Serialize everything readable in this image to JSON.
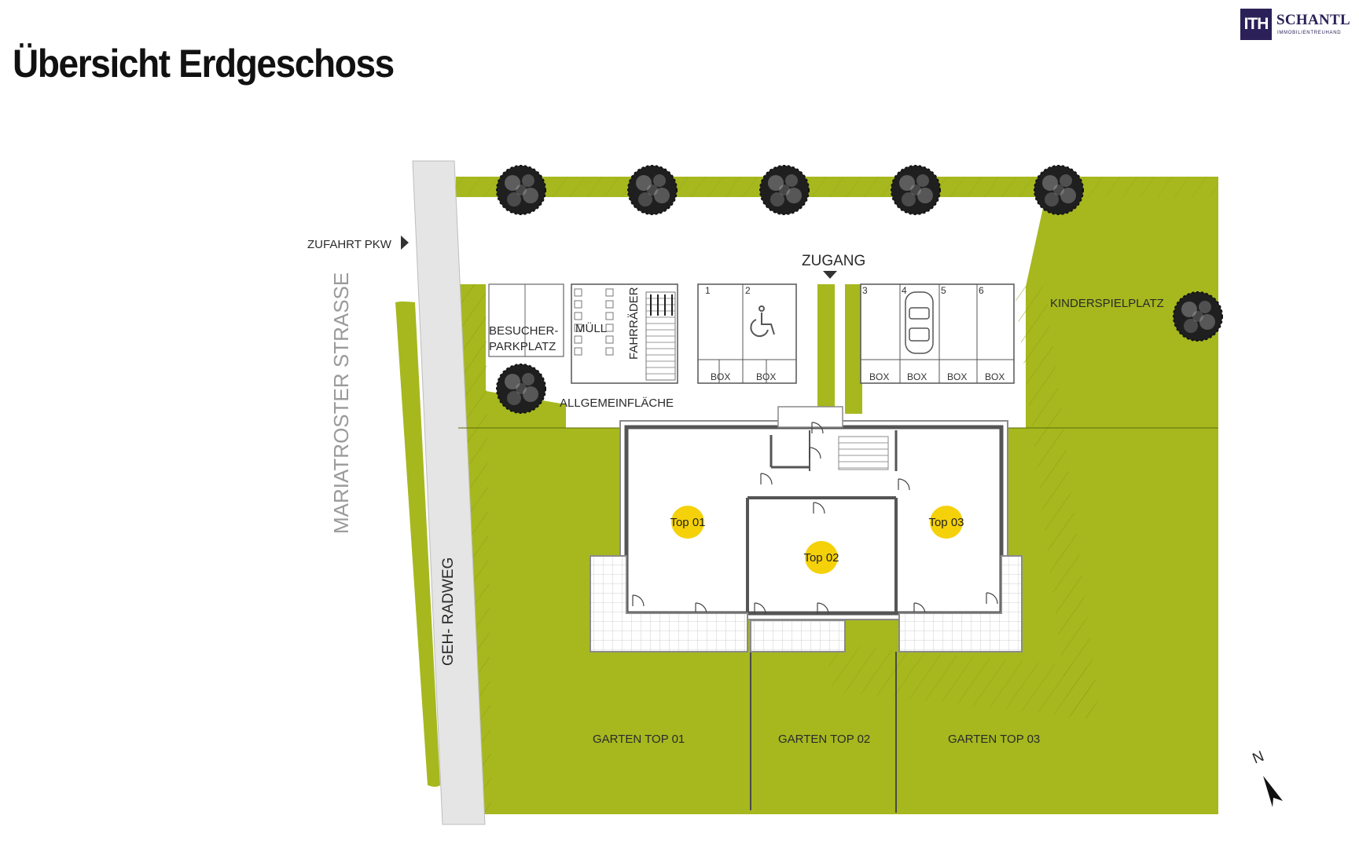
{
  "title": "Übersicht Erdgeschoss",
  "logo": {
    "mark": "ITH",
    "name": "SCHANTL",
    "tagline": "IMMOBILIENTREUHAND"
  },
  "colors": {
    "green": "#a6b81e",
    "hatch": "#8d9d10",
    "unit_badge": "#f5d10a",
    "wall": "#555555",
    "path": "#e4e4e4"
  },
  "labels": {
    "zufahrt": "ZUFAHRT PKW",
    "zugang": "ZUGANG",
    "kinderspielplatz": "KINDERSPIELPLATZ",
    "street": "MARIATROSTER STRASSE",
    "radweg": "GEH- RADWEG",
    "besucher_1": "BESUCHER-",
    "besucher_2": "PARKPLATZ",
    "muell": "MÜLL",
    "fahrraeder": "FAHRRÄDER",
    "allgemein": "ALLGEMEINFLÄCHE",
    "garten_1": "GARTEN TOP 01",
    "garten_2": "GARTEN TOP 02",
    "garten_3": "GARTEN TOP 03",
    "north": "N"
  },
  "parking_numbers": [
    "1",
    "2",
    "3",
    "4",
    "5",
    "6"
  ],
  "boxes": [
    "BOX",
    "BOX",
    "BOX",
    "BOX",
    "BOX",
    "BOX"
  ],
  "units": [
    "Top 01",
    "Top 02",
    "Top 03"
  ],
  "icons": {
    "tree": "tree-icon",
    "wheelchair": "wheelchair-icon",
    "car": "car-icon",
    "north_arrow": "north-arrow-icon",
    "entry_arrow": "arrow-icon"
  }
}
